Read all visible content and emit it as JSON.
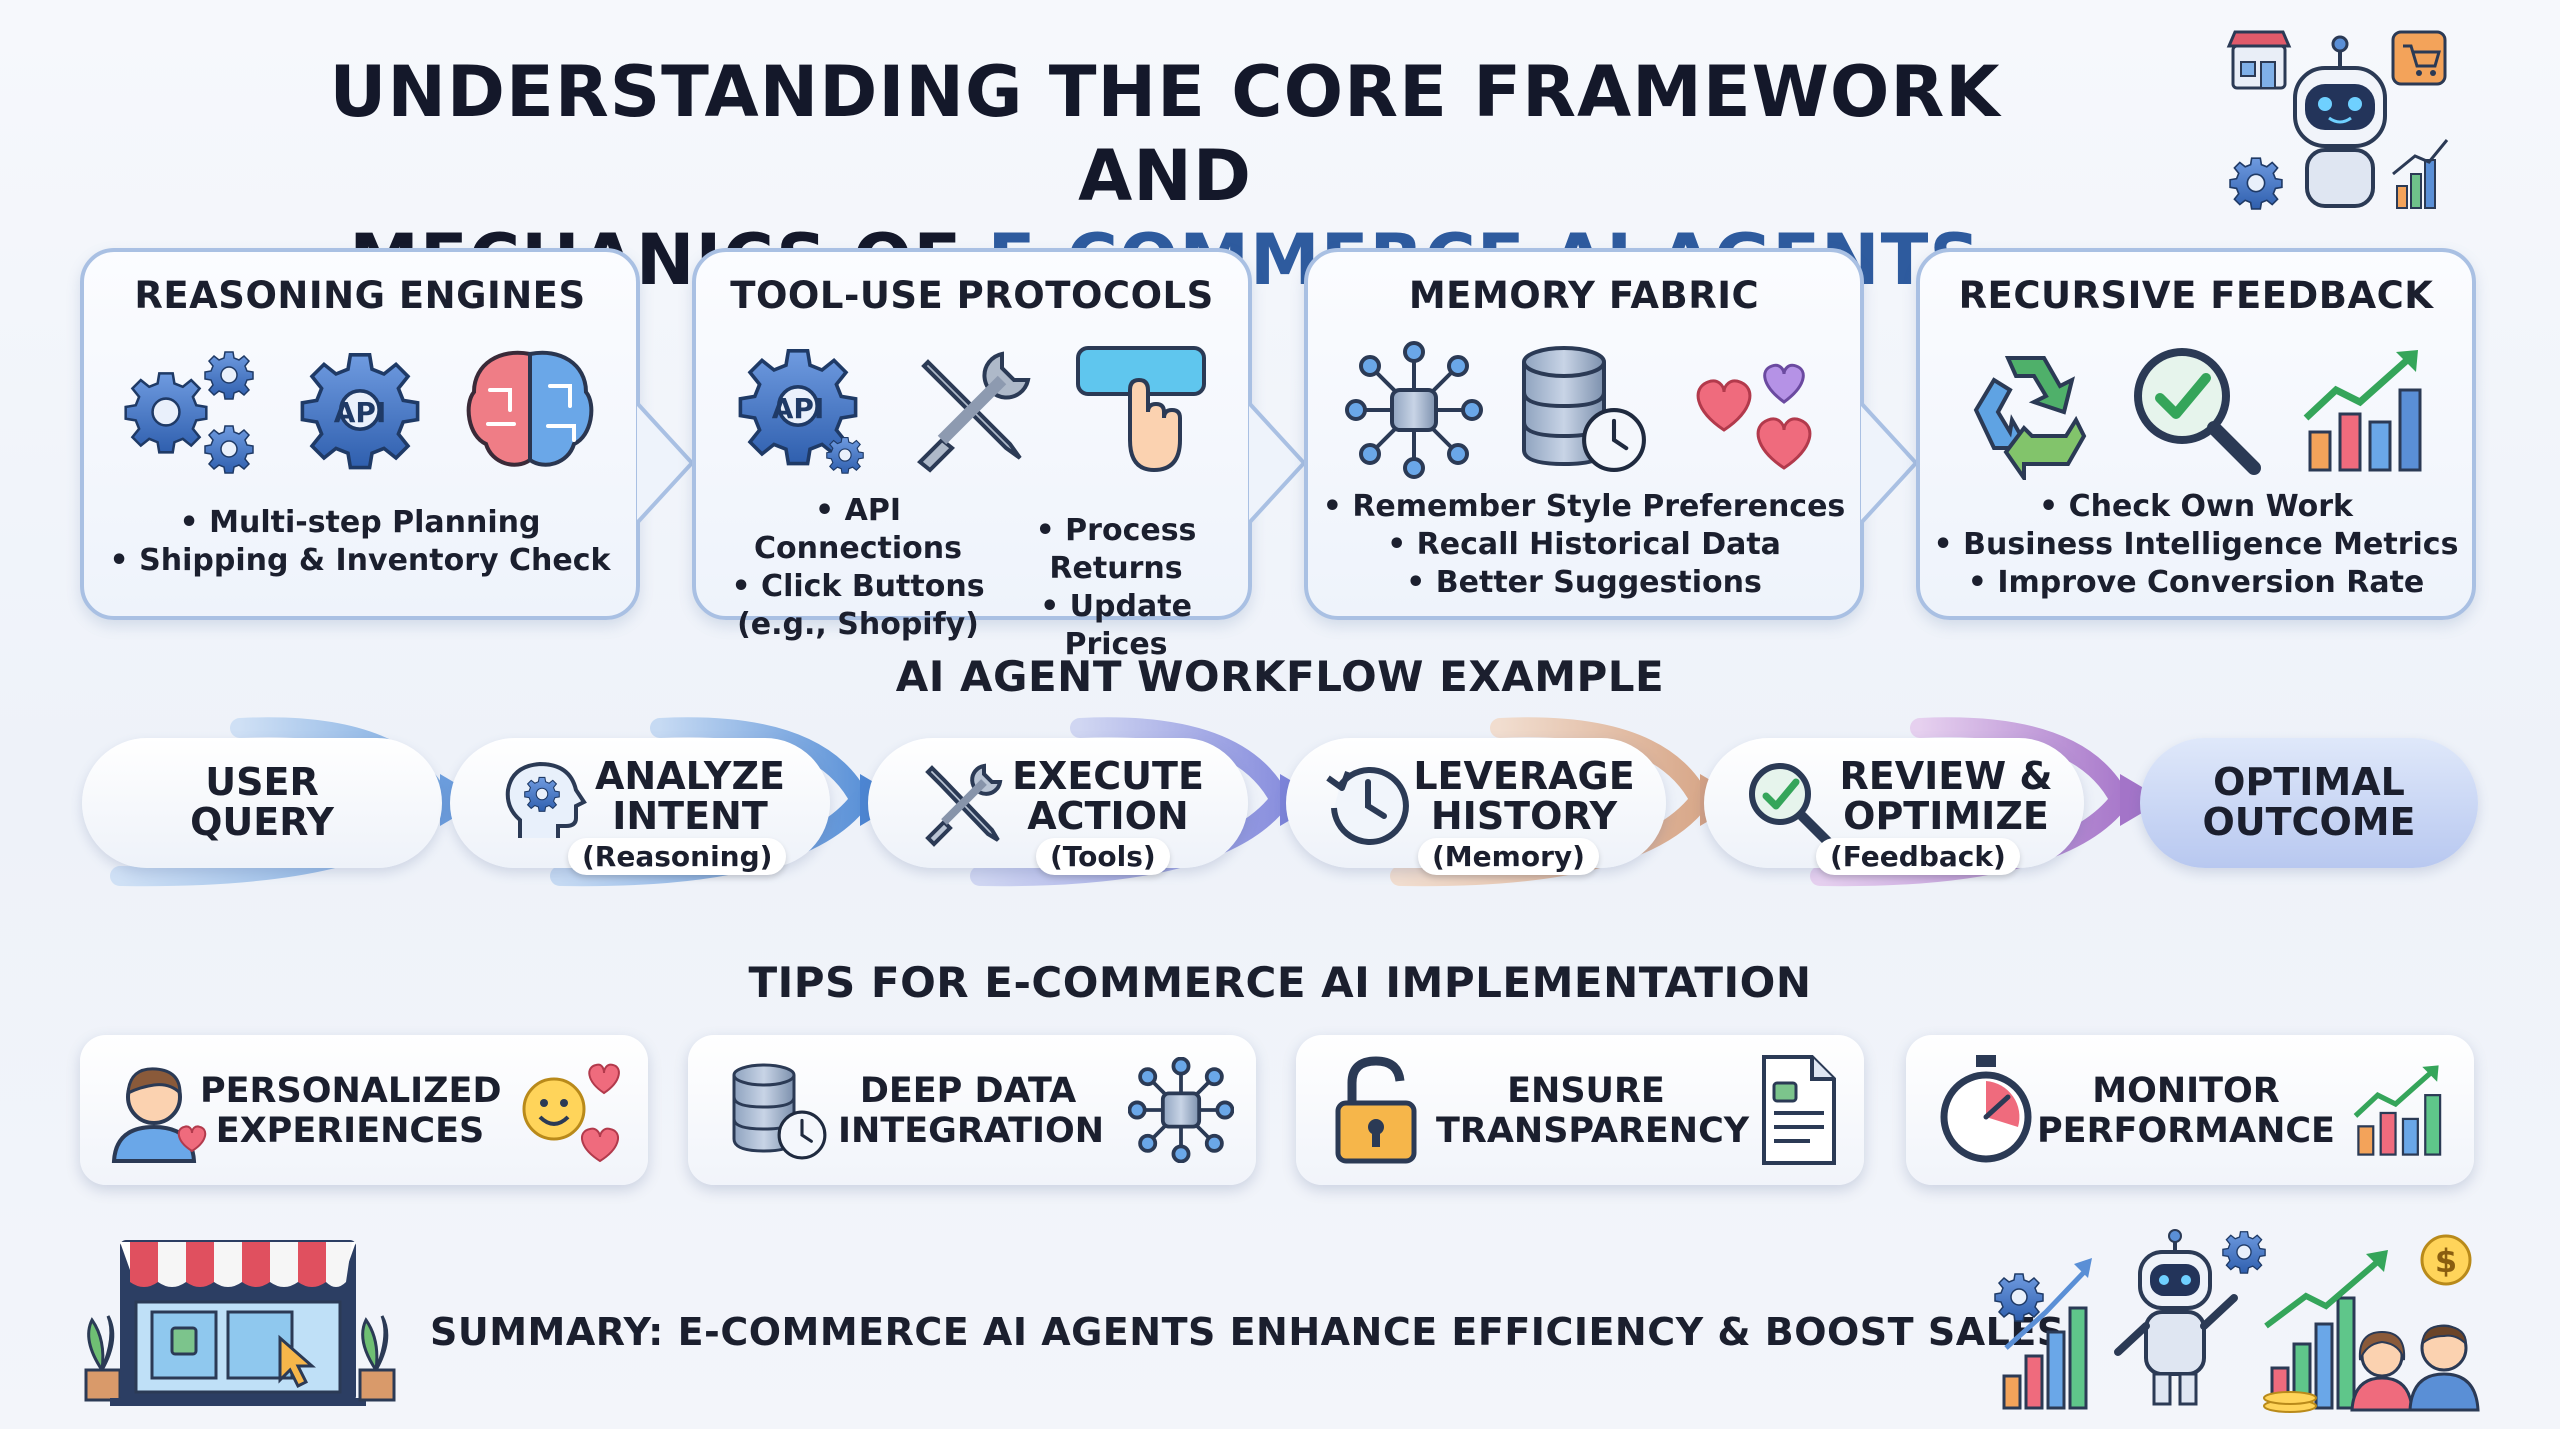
{
  "title": {
    "line1": "UNDERSTANDING THE CORE FRAMEWORK AND",
    "line2_prefix": "MECHANICS OF ",
    "line2_highlight": "E-COMMERCE AI AGENTS"
  },
  "cards": [
    {
      "title": "REASONING ENGINES",
      "bullets": [
        "• Multi-step Planning",
        "• Shipping & Inventory Check"
      ],
      "icons": [
        "gears-icon",
        "api-gear-icon",
        "brain-icon"
      ]
    },
    {
      "title": "TOOL-USE PROTOCOLS",
      "bullets_left": [
        "• API Connections",
        "• Click Buttons",
        "(e.g., Shopify)"
      ],
      "bullets_right": [
        "• Process Returns",
        "• Update Prices"
      ],
      "icons": [
        "api-gear-icon",
        "wrench-icon",
        "click-button-icon"
      ]
    },
    {
      "title": "MEMORY FABRIC",
      "bullets": [
        "• Remember Style Preferences",
        "• Recall Historical Data",
        "• Better Suggestions"
      ],
      "icons": [
        "network-icon",
        "database-clock-icon",
        "hearts-icon"
      ]
    },
    {
      "title": "RECURSIVE FEEDBACK",
      "bullets": [
        "• Check Own Work",
        "• Business Intelligence Metrics",
        "• Improve Conversion Rate"
      ],
      "icons": [
        "recycle-icon",
        "magnifier-check-icon",
        "growth-chart-icon"
      ]
    }
  ],
  "workflow": {
    "heading": "AI AGENT WORKFLOW EXAMPLE",
    "steps": [
      {
        "label1": "USER",
        "label2": "QUERY",
        "sub": ""
      },
      {
        "label1": "ANALYZE",
        "label2": "INTENT",
        "sub": "(Reasoning)"
      },
      {
        "label1": "EXECUTE",
        "label2": "ACTION",
        "sub": "(Tools)"
      },
      {
        "label1": "LEVERAGE",
        "label2": "HISTORY",
        "sub": "(Memory)"
      },
      {
        "label1": "REVIEW &",
        "label2": "OPTIMIZE",
        "sub": "(Feedback)"
      },
      {
        "label1": "OPTIMAL",
        "label2": "OUTCOME",
        "sub": ""
      }
    ]
  },
  "tips": {
    "heading": "TIPS FOR E-COMMERCE AI IMPLEMENTATION",
    "items": [
      {
        "line1": "PERSONALIZED",
        "line2": "EXPERIENCES"
      },
      {
        "line1": "DEEP DATA",
        "line2": "INTEGRATION"
      },
      {
        "line1": "ENSURE",
        "line2": "TRANSPARENCY"
      },
      {
        "line1": "MONITOR",
        "line2": "PERFORMANCE"
      }
    ]
  },
  "summary": "SUMMARY: E-COMMERCE AI AGENTS ENHANCE EFFICIENCY & BOOST SALES",
  "colors": {
    "accent": "#2e5b9e",
    "card_border": "#a9c0e3",
    "text": "#1b1f2e"
  }
}
